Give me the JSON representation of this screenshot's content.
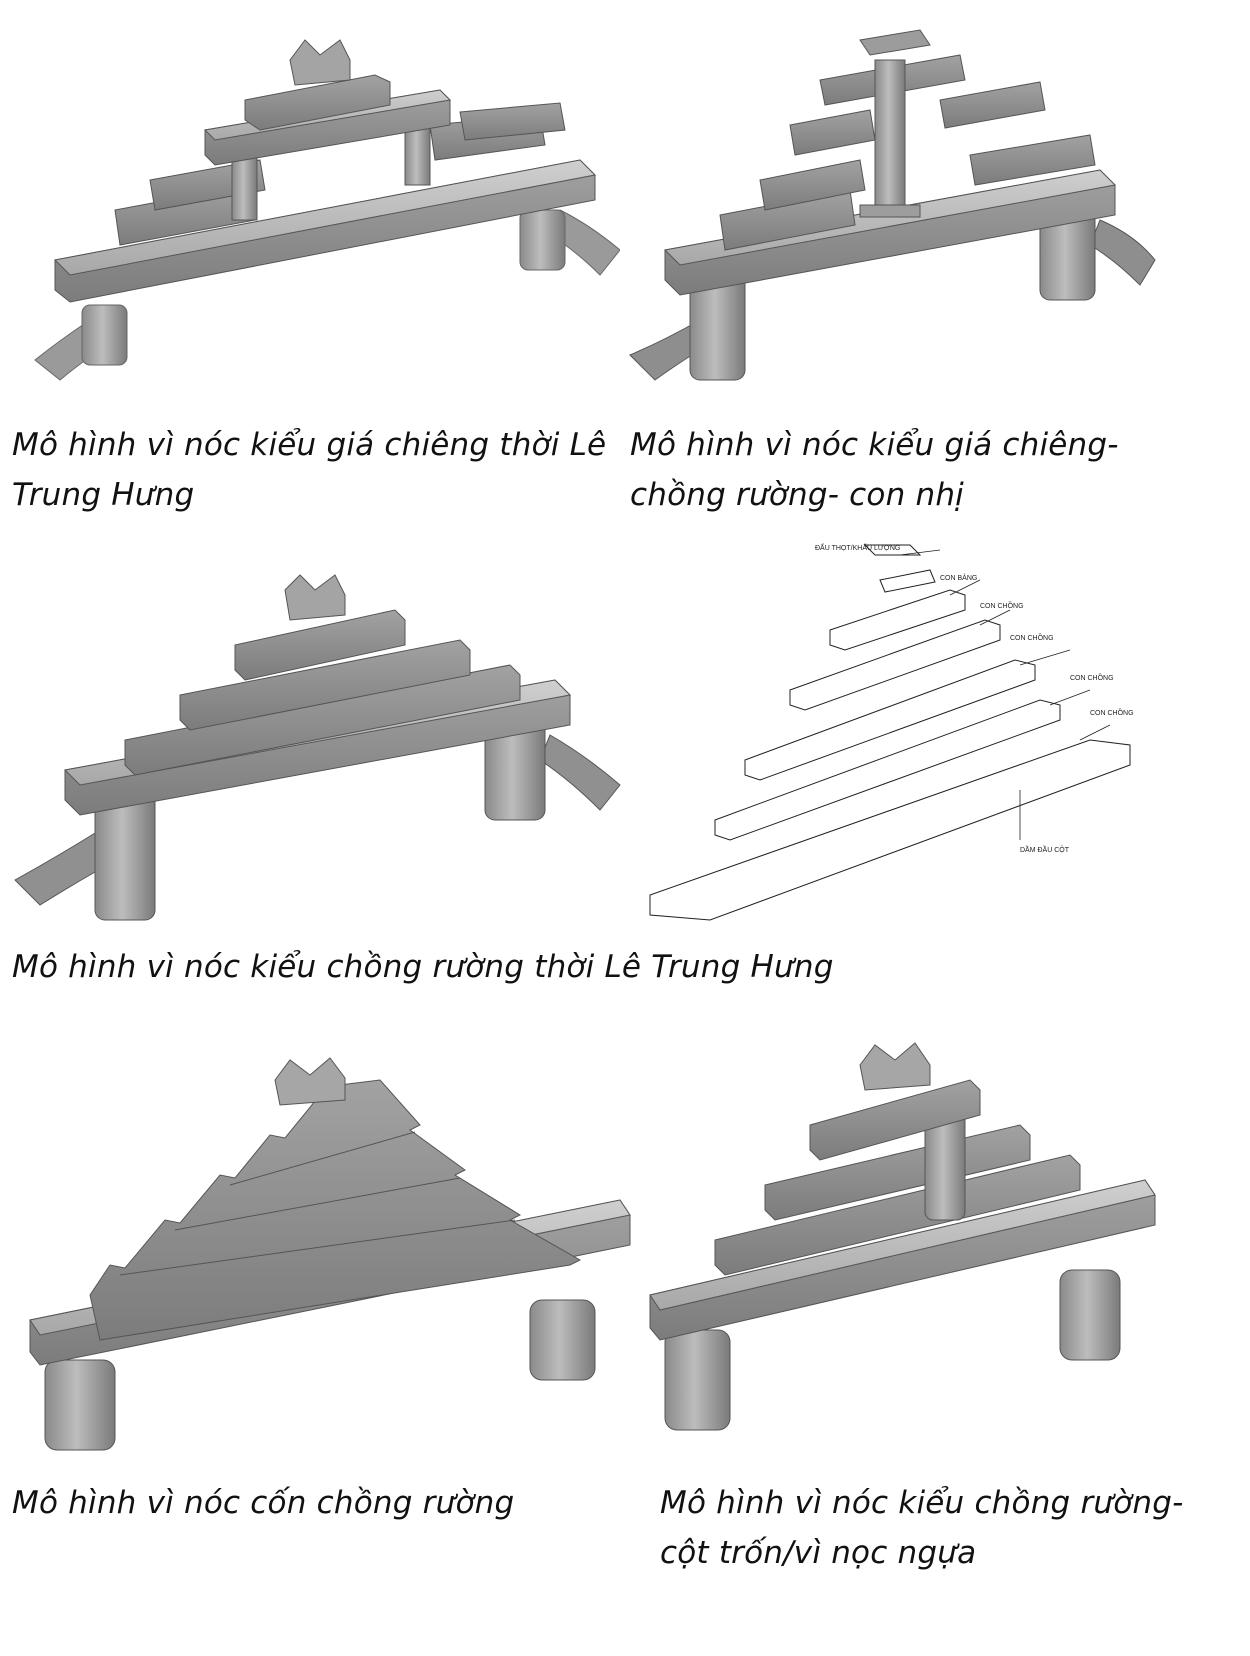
{
  "captions": {
    "c1": "Mô hình vì nóc kiểu giá chiêng thời Lê Trung Hưng",
    "c2": "Mô hình vì nóc kiểu giá chiêng- chồng rường- con nhị",
    "c3": "Mô hình vì nóc kiểu chồng rường thời Lê Trung Hưng",
    "c4": "Mô hình vì nóc cốn chồng rường",
    "c5": "Mô hình vì nóc kiểu chồng rường- cột trốn/vì nọc ngựa"
  },
  "drawing_labels": {
    "l1": "ĐẤU THỌT/KHẤU LƯỢNG",
    "l2": "CON BẢNG",
    "l3": "CON CHỒNG",
    "l4": "CON CHỒNG",
    "l5": "CON CHỒNG",
    "l6": "CON CHỒNG",
    "l7": "DẦM ĐẦU CỘT"
  },
  "colors": {
    "wood_light": "#b4b4b4",
    "wood_mid": "#8f8f8f",
    "wood_dark": "#6a6a6a",
    "caption": "#111111"
  }
}
